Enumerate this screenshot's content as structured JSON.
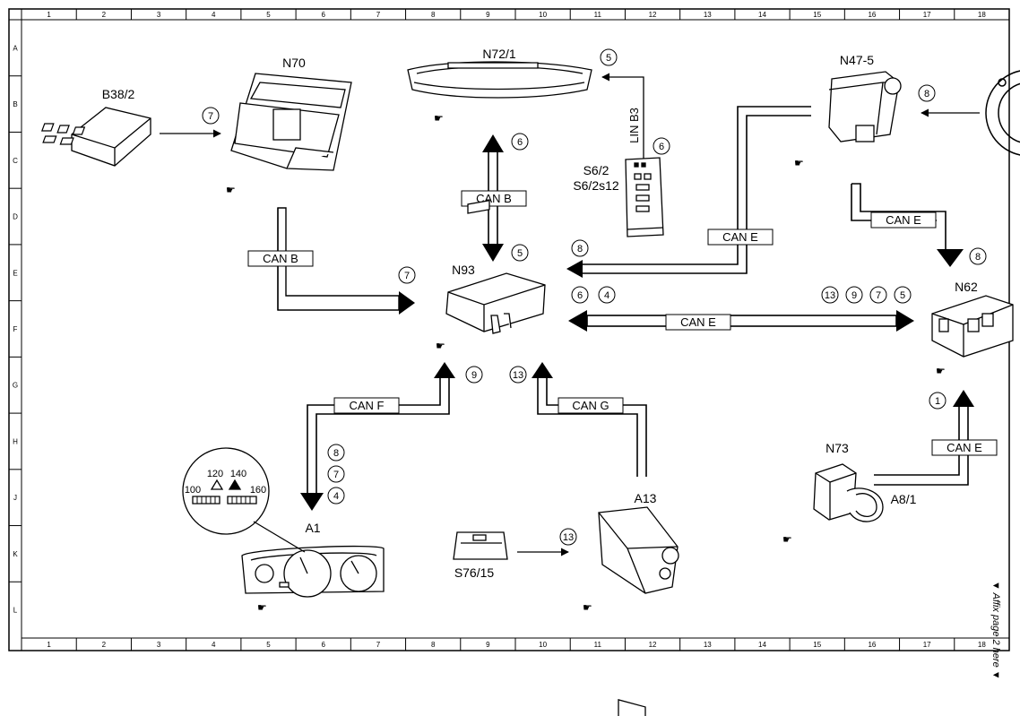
{
  "grid": {
    "columns": [
      "1",
      "2",
      "3",
      "4",
      "5",
      "6",
      "7",
      "8",
      "9",
      "10",
      "11",
      "12",
      "13",
      "14",
      "15",
      "16",
      "17",
      "18"
    ],
    "rows": [
      "A",
      "B",
      "C",
      "D",
      "E",
      "F",
      "G",
      "H",
      "J",
      "K",
      "L"
    ]
  },
  "components": {
    "b38_2": "B38/2",
    "n70": "N70",
    "n72_1": "N72/1",
    "n47_5": "N47-5",
    "n93": "N93",
    "n62": "N62",
    "s6_2": "S6/2",
    "s6_2s12": "S6/2s12",
    "n73": "N73",
    "a8_1": "A8/1",
    "a1": "A1",
    "a13": "A13",
    "s76_15": "S76/15"
  },
  "bus": {
    "can_b": "CAN B",
    "can_e": "CAN E",
    "can_f": "CAN F",
    "can_g": "CAN G",
    "lin_b3": "LIN B3"
  },
  "gauge": {
    "t100": "100",
    "t120": "120",
    "t140": "140",
    "t160": "160"
  },
  "steps": {
    "s7": "7",
    "s6": "6",
    "s5": "5",
    "s8": "8",
    "s4": "4",
    "s9": "9",
    "s13": "13",
    "s1": "1"
  },
  "margin_note": "▼ Affix page 2 here ▼"
}
